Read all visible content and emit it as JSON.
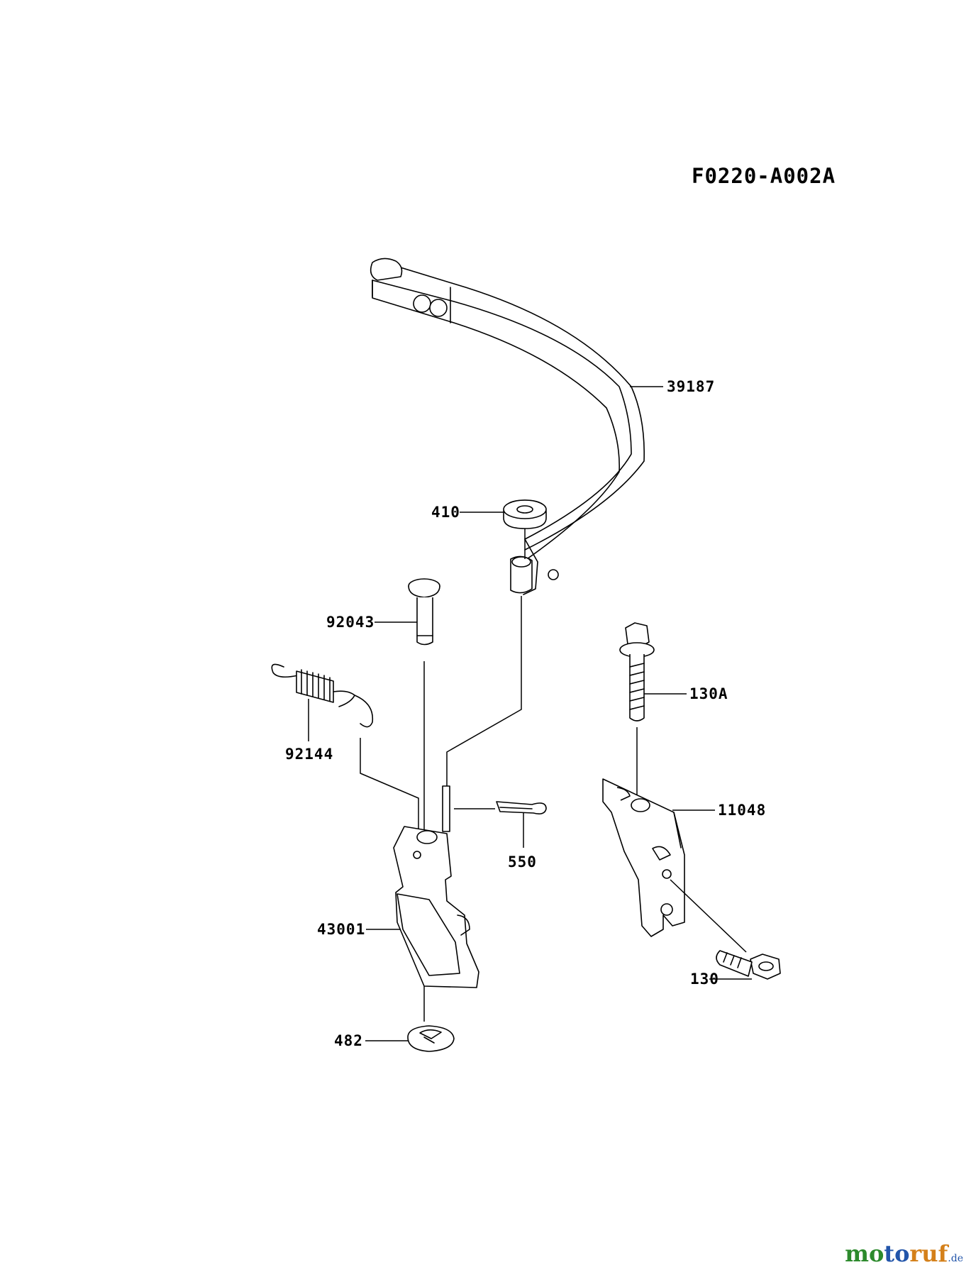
{
  "diagram_code": "F0220-A002A",
  "labels": {
    "p39187": "39187",
    "p410": "410",
    "p92043": "92043",
    "p92144": "92144",
    "p130A": "130A",
    "p11048": "11048",
    "p550": "550",
    "p43001": "43001",
    "p130": "130",
    "p482": "482"
  },
  "watermark": {
    "part1": "mo",
    "part2": "to",
    "part3": "ruf",
    "tld": ".de"
  }
}
